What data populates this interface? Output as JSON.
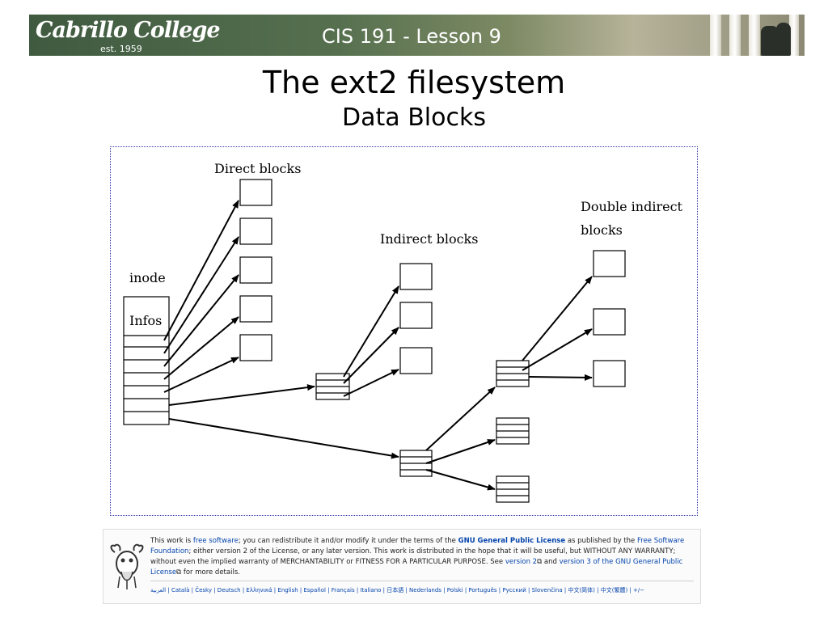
{
  "header": {
    "logo_text": "Cabrillo College",
    "logo_est": "est. 1959",
    "lesson": "CIS 191 - Lesson 9"
  },
  "title": "The ext2 filesystem",
  "subtitle": "Data Blocks",
  "diagram": {
    "labels": {
      "direct_blocks": "Direct blocks",
      "inode": "inode",
      "infos": "Infos",
      "indirect_blocks": "Indirect blocks",
      "double_indirect_line1": "Double indirect",
      "double_indirect_line2": "blocks"
    }
  },
  "license": {
    "p1": "This work is ",
    "free_software": "free software",
    "p2": "; you can redistribute it and/or modify it under the terms of the ",
    "gpl": "GNU General Public License",
    "p3": " as published by the ",
    "fsf": "Free Software Foundation",
    "p4": "; either version 2 of the License, or any later version. This work is distributed in the hope that it will be useful, but WITHOUT ANY WARRANTY; without even the implied warranty of MERCHANTABILITY or FITNESS FOR A PARTICULAR PURPOSE. See ",
    "version2": "version 2",
    "p5": " and ",
    "version3": "version 3 of the GNU General Public License",
    "p6": " for more details.",
    "languages": "العربية | Català | Česky | Deutsch | Ελληνικά | English | Español | Français | Italiano | 日本語 | Nederlands | Polski | Português | Русский | Slovenčina | 中文(简体) | 中文(繁體) | +/−"
  }
}
